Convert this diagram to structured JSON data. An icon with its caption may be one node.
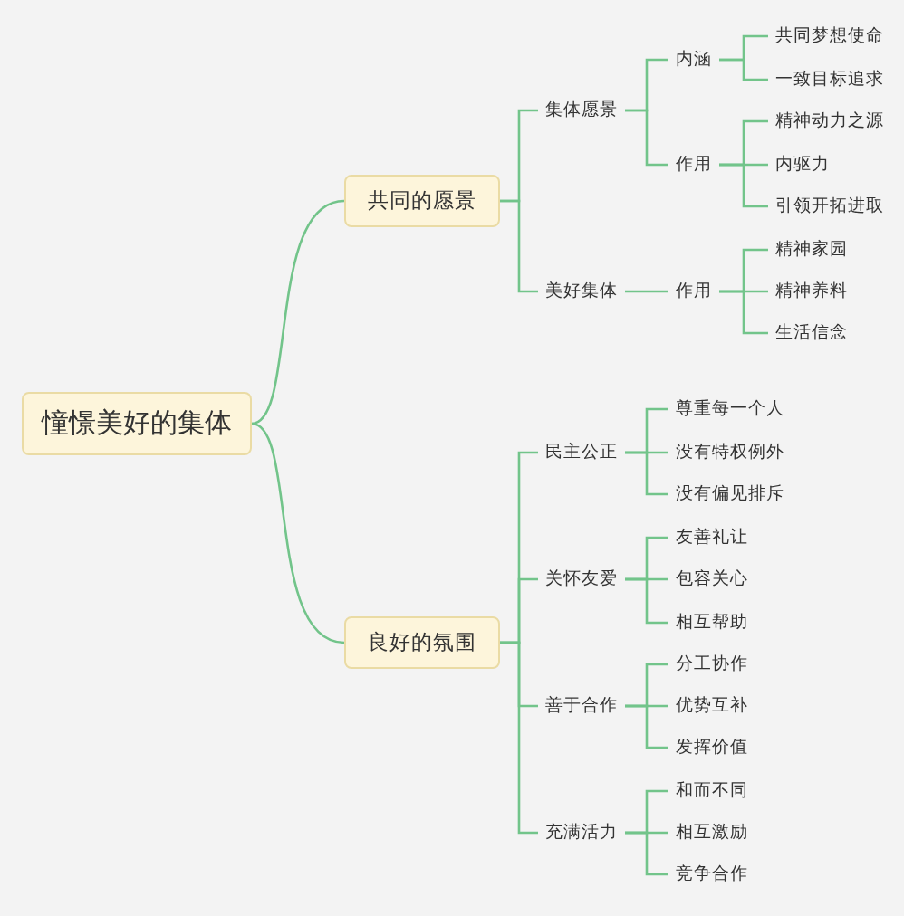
{
  "diagram": {
    "nodes": [
      {
        "text": [
          "憧憬美好的集体"
        ]
      },
      {
        "text": [
          "共同的愿景"
        ]
      },
      {
        "text": [
          "集体愿景"
        ]
      },
      {
        "text": [
          "内涵"
        ]
      },
      {
        "text": [
          "共同梦想使命"
        ]
      },
      {
        "text": [
          "一致目标追求"
        ]
      },
      {
        "text": [
          "作用"
        ]
      },
      {
        "text": [
          "精神动力之源"
        ]
      },
      {
        "text": [
          "内驱力"
        ]
      },
      {
        "text": [
          "引领开拓进取"
        ]
      },
      {
        "text": [
          "美好集体"
        ]
      },
      {
        "text": [
          "作用"
        ]
      },
      {
        "text": [
          "精神家园"
        ]
      },
      {
        "text": [
          "精神养料"
        ]
      },
      {
        "text": [
          "生活信念"
        ]
      },
      {
        "text": [
          "良好的氛围"
        ]
      },
      {
        "text": [
          "民主公正"
        ]
      },
      {
        "text": [
          "尊重每一个人"
        ]
      },
      {
        "text": [
          "没有特权例外"
        ]
      },
      {
        "text": [
          "没有偏见排斥"
        ]
      },
      {
        "text": [
          "关怀友爱"
        ]
      },
      {
        "text": [
          "友善礼让"
        ]
      },
      {
        "text": [
          "包容关心"
        ]
      },
      {
        "text": [
          "相互帮助"
        ]
      },
      {
        "text": [
          "善于合作"
        ]
      },
      {
        "text": [
          "分工协作"
        ]
      },
      {
        "text": [
          "优势互补"
        ]
      },
      {
        "text": [
          "发挥价值"
        ]
      },
      {
        "text": [
          "充满活力"
        ]
      },
      {
        "text": [
          "和而不同"
        ]
      },
      {
        "text": [
          "相互激励"
        ]
      },
      {
        "text": [
          "竞争合作"
        ]
      }
    ],
    "edges": [
      {
        "from": 0,
        "to": 1,
        "arrow": "none"
      },
      {
        "from": 1,
        "to": 2,
        "arrow": "none"
      },
      {
        "from": 2,
        "to": 3,
        "arrow": "none"
      },
      {
        "from": 3,
        "to": 4,
        "arrow": "none"
      },
      {
        "from": 3,
        "to": 5,
        "arrow": "none"
      },
      {
        "from": 2,
        "to": 6,
        "arrow": "none"
      },
      {
        "from": 6,
        "to": 7,
        "arrow": "none"
      },
      {
        "from": 6,
        "to": 8,
        "arrow": "none"
      },
      {
        "from": 6,
        "to": 9,
        "arrow": "none"
      },
      {
        "from": 1,
        "to": 10,
        "arrow": "none"
      },
      {
        "from": 10,
        "to": 11,
        "arrow": "none"
      },
      {
        "from": 11,
        "to": 12,
        "arrow": "none"
      },
      {
        "from": 11,
        "to": 13,
        "arrow": "none"
      },
      {
        "from": 11,
        "to": 14,
        "arrow": "none"
      },
      {
        "from": 0,
        "to": 15,
        "arrow": "none"
      },
      {
        "from": 15,
        "to": 16,
        "arrow": "none"
      },
      {
        "from": 16,
        "to": 17,
        "arrow": "none"
      },
      {
        "from": 16,
        "to": 18,
        "arrow": "none"
      },
      {
        "from": 16,
        "to": 19,
        "arrow": "none"
      },
      {
        "from": 15,
        "to": 20,
        "arrow": "none"
      },
      {
        "from": 20,
        "to": 21,
        "arrow": "none"
      },
      {
        "from": 20,
        "to": 22,
        "arrow": "none"
      },
      {
        "from": 20,
        "to": 23,
        "arrow": "none"
      },
      {
        "from": 15,
        "to": 24,
        "arrow": "none"
      },
      {
        "from": 24,
        "to": 25,
        "arrow": "none"
      },
      {
        "from": 24,
        "to": 26,
        "arrow": "none"
      },
      {
        "from": 24,
        "to": 27,
        "arrow": "none"
      },
      {
        "from": 15,
        "to": 28,
        "arrow": "none"
      },
      {
        "from": 28,
        "to": 29,
        "arrow": "none"
      },
      {
        "from": 28,
        "to": 30,
        "arrow": "none"
      },
      {
        "from": 28,
        "to": 31,
        "arrow": "none"
      }
    ]
  }
}
